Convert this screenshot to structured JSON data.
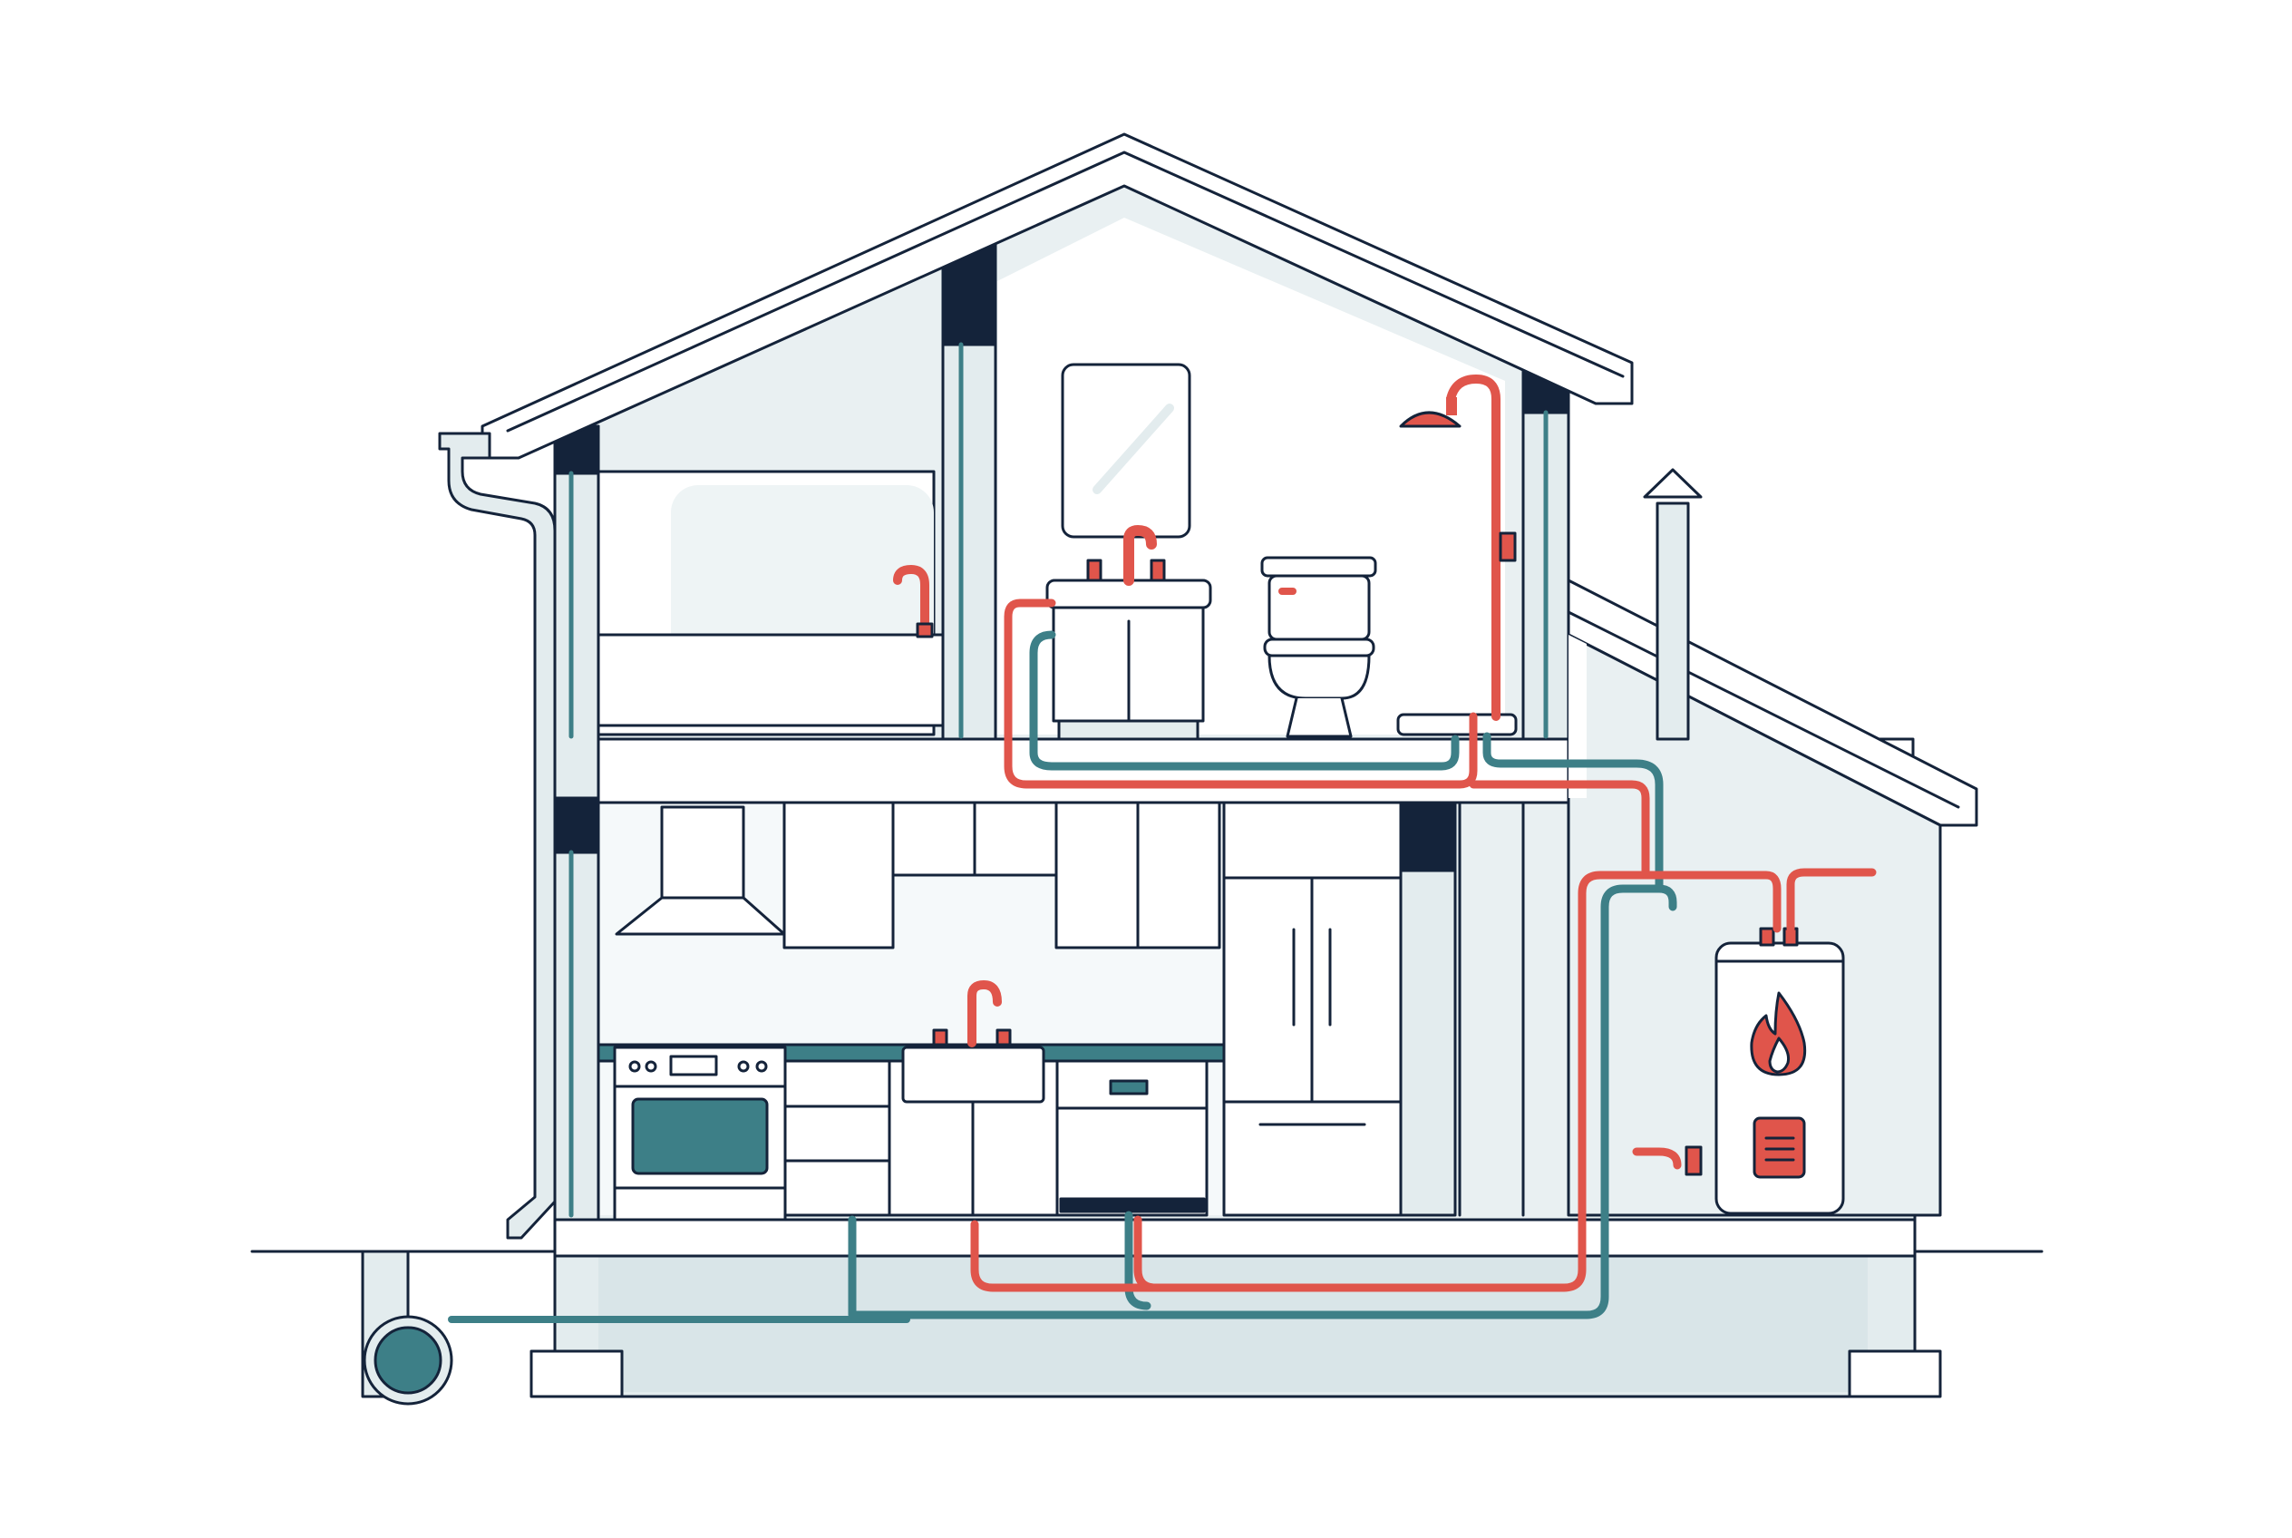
{
  "diagram": {
    "subject": "house-plumbing-cutaway",
    "colors": {
      "background": "#ffffff",
      "outline": "#14233a",
      "wall_fill": "#e3ecee",
      "wall_light": "#f1f6f7",
      "panel_white": "#ffffff",
      "cold_water": "#3d7f87",
      "hot_water": "#e0554b",
      "dark_post": "#14233a"
    },
    "icons": {
      "flame": "flame-icon",
      "showerhead": "showerhead-icon",
      "faucet": "faucet-icon",
      "vent_arrow": "vent-arrow-icon"
    },
    "parts": {
      "upper_floor": [
        "bathtub",
        "bathroom-sink",
        "mirror",
        "toilet",
        "shower"
      ],
      "lower_floor": [
        "range-hood",
        "oven",
        "kitchen-sink",
        "dishwasher",
        "refrigerator",
        "water-heater"
      ],
      "exterior": [
        "gutter",
        "downspout",
        "roof-vent",
        "sewer-pipe"
      ]
    }
  }
}
